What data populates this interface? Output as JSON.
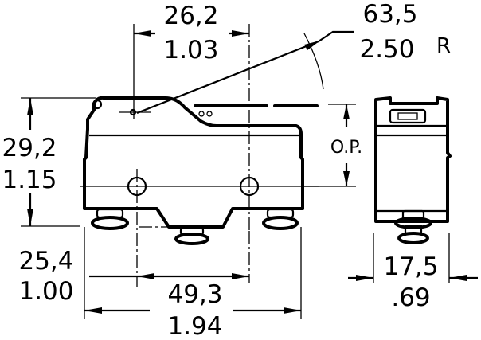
{
  "drawing": {
    "subject": "Microswitch with hinge lever — dimensional drawing",
    "units": {
      "primary": "mm",
      "secondary": "in"
    },
    "dimensions": {
      "pivot_offset": {
        "mm": "26,2",
        "in": "1.03"
      },
      "lever_radius": {
        "mm": "63,5",
        "in": "2.50",
        "suffix": "R"
      },
      "height": {
        "mm": "29,2",
        "in": "1.15"
      },
      "mounting_hole_height": {
        "mm": "25,4",
        "in": "1.00"
      },
      "terminal_span": {
        "mm": "49,3",
        "in": "1.94"
      },
      "width": {
        "mm": "17,5",
        "in": ".69"
      },
      "operating_position": {
        "label": "O.P."
      }
    },
    "colors": {
      "line": "#000000",
      "background": "#ffffff"
    }
  }
}
